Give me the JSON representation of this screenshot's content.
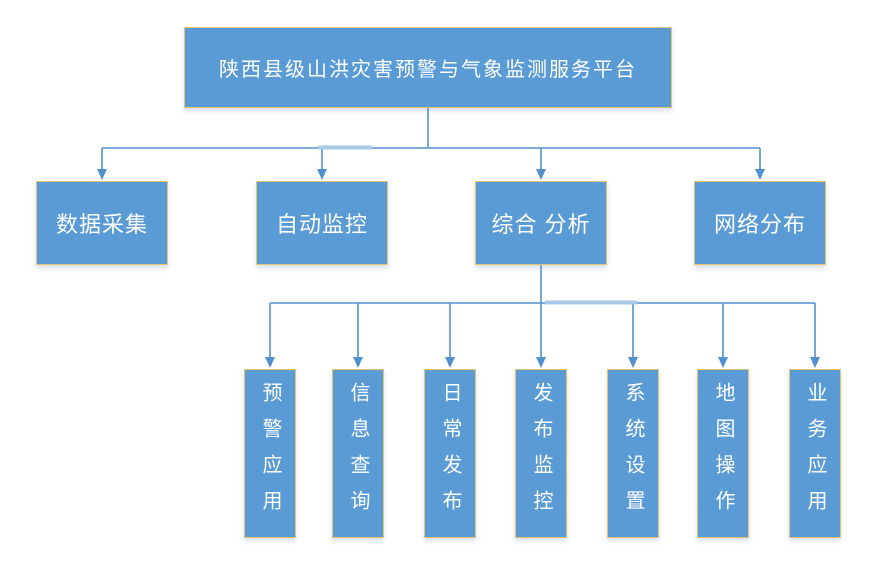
{
  "diagram": {
    "root": {
      "label": "陕西县级山洪灾害预警与气象监测服务平台"
    },
    "level2": [
      {
        "label": "数据采集"
      },
      {
        "label": "自动监控"
      },
      {
        "label": "综合 分析"
      },
      {
        "label": "网络分布"
      }
    ],
    "level3": [
      {
        "label": "预警应用"
      },
      {
        "label": "信息查询"
      },
      {
        "label": "日常发布"
      },
      {
        "label": "发布监控"
      },
      {
        "label": "系统设置"
      },
      {
        "label": "地图操作"
      },
      {
        "label": "业务应用"
      }
    ],
    "colors": {
      "box_fill": "#5b9bd5",
      "box_border": "#e7c36d",
      "connector": "#5290ce",
      "connector_highlight": "#a9c9e9",
      "text": "#ffffff",
      "background": "#ffffff"
    }
  }
}
